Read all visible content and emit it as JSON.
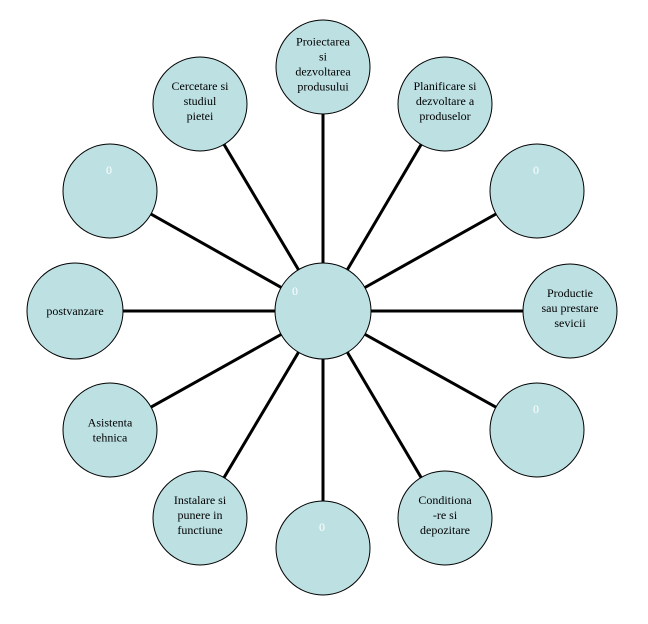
{
  "colors": {
    "node_fill": "#bde0e3",
    "node_stroke": "#000000",
    "spoke": "#000000",
    "placeholder_text": "#ffffff"
  },
  "center": {
    "label": "0"
  },
  "nodes": [
    {
      "id": "proiectarea",
      "lines": [
        "Proiectarea",
        "si",
        "dezvoltarea",
        "produsului"
      ]
    },
    {
      "id": "planificare",
      "lines": [
        "Planificare si",
        "dezvoltare a",
        "produselor"
      ]
    },
    {
      "id": "upper-right-empty",
      "lines": [
        "0"
      ],
      "placeholder": true
    },
    {
      "id": "productie",
      "lines": [
        "Productie",
        "sau prestare",
        "sevicii"
      ]
    },
    {
      "id": "lower-right-empty",
      "lines": [
        "0"
      ],
      "placeholder": true
    },
    {
      "id": "conditionare",
      "lines": [
        "Conditiona",
        "-re si",
        "depozitare"
      ]
    },
    {
      "id": "bottom-empty",
      "lines": [
        "0"
      ],
      "placeholder": true
    },
    {
      "id": "instalare",
      "lines": [
        "Instalare si",
        "punere in",
        "functiune"
      ]
    },
    {
      "id": "asistenta",
      "lines": [
        "Asistenta",
        "tehnica"
      ]
    },
    {
      "id": "postvanzare",
      "lines": [
        "postvanzare"
      ]
    },
    {
      "id": "upper-left-empty",
      "lines": [
        "0"
      ],
      "placeholder": true
    },
    {
      "id": "cercetare",
      "lines": [
        "Cercetare si",
        "studiul",
        "pietei"
      ]
    }
  ]
}
